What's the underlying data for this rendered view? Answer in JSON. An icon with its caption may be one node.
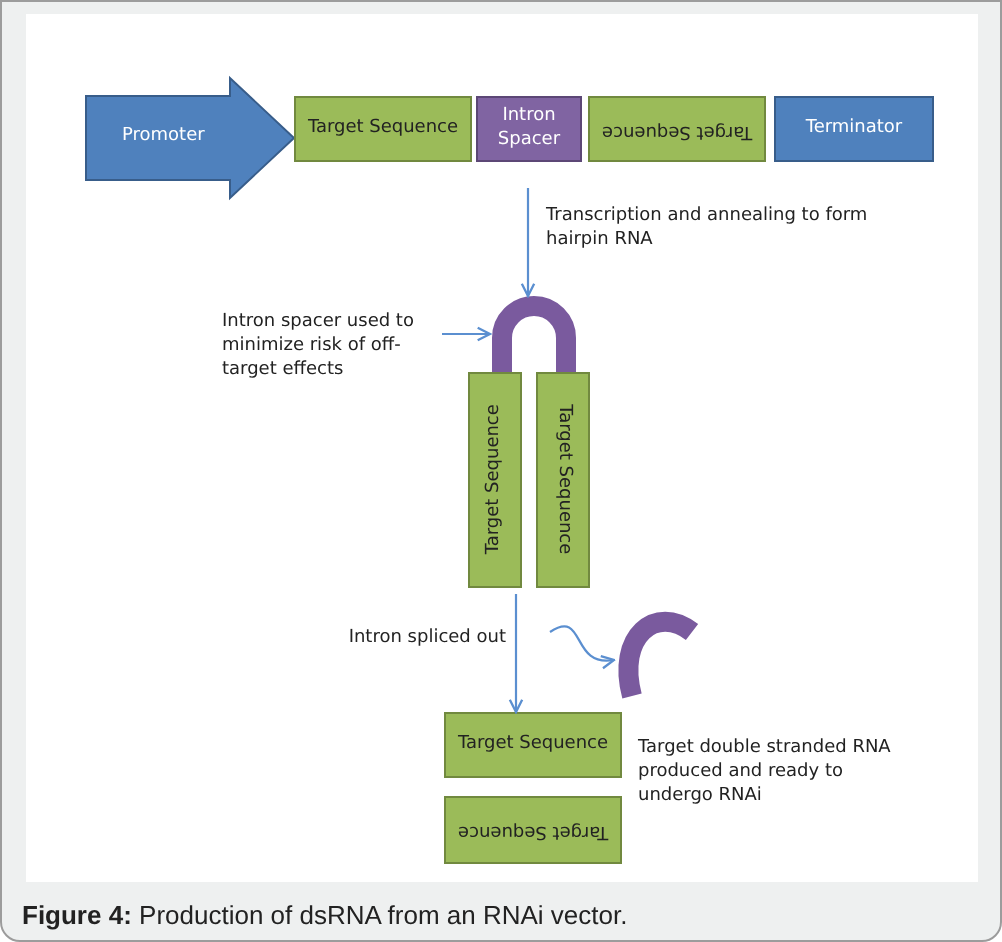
{
  "diagram": {
    "caption": "**Figure 4:** Production of dsRNA from an RNAi vector.",
    "nodes": [
      {
        "text": [
          "Promoter"
        ]
      },
      {
        "text": [
          "Target Sequence"
        ]
      },
      {
        "text": [
          "Intron Spacer"
        ]
      },
      {
        "text": [
          "Target Sequence"
        ]
      },
      {
        "text": [
          "Terminator"
        ]
      },
      {
        "text": [],
        "shape": "arch"
      },
      {
        "text": [
          "Intron spacer used to minimize risk of off-target effects"
        ]
      },
      {
        "text": [
          "Target Sequence"
        ]
      },
      {
        "text": [
          "Target Sequence"
        ]
      },
      {
        "text": [],
        "shape": "arch"
      },
      {
        "text": [
          "Target Sequence"
        ]
      },
      {
        "text": [
          "Target Sequence"
        ]
      }
    ],
    "edges": [
      {
        "from": null,
        "to": 5,
        "arrow": "to",
        "label": "Transcription and annealing to form hairpin RNA"
      },
      {
        "from": 6,
        "to": 5,
        "arrow": "to"
      },
      {
        "from": 7,
        "to": 10,
        "arrow": "to",
        "label": "Intron spliced out"
      },
      {
        "from": null,
        "to": 9,
        "arrow": "to"
      }
    ],
    "labels": [
      "Target double stranded RNA produced and ready to undergo RNAi"
    ]
  }
}
